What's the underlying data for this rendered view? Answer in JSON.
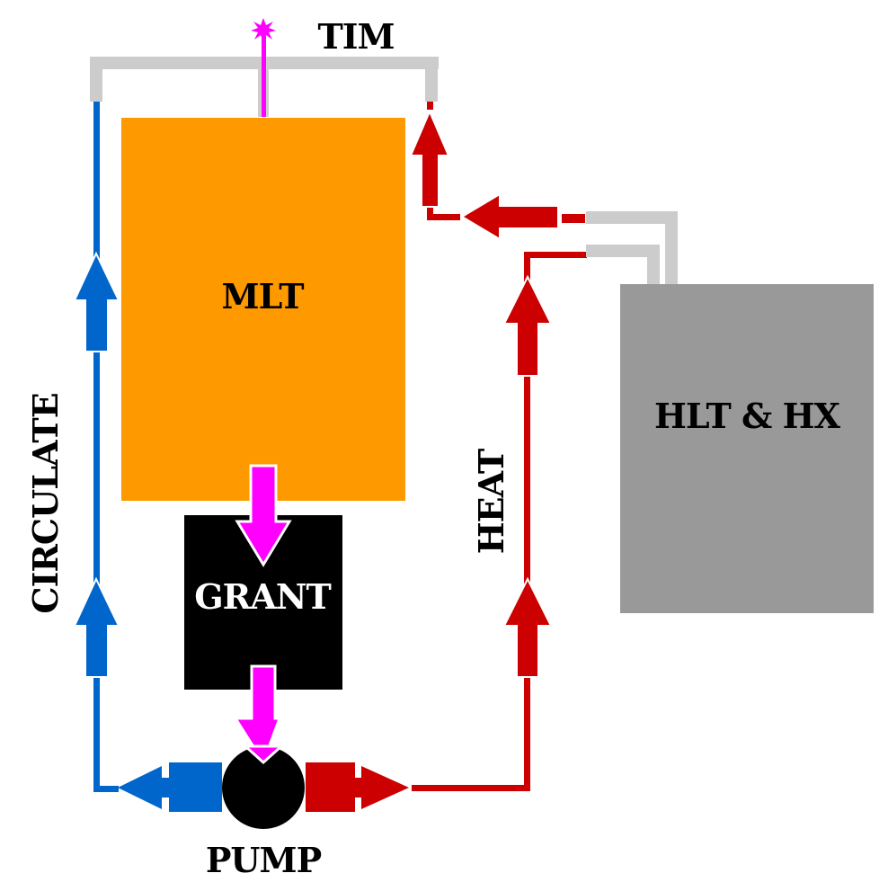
{
  "labels": {
    "tim": "TIM",
    "mlt": "MLT",
    "grant": "GRANT",
    "pump": "PUMP",
    "hlt": "HLT & HX",
    "circulate": "CIRCULATE",
    "heat": "HEAT"
  },
  "colors": {
    "mlt": "#ff9900",
    "hlt": "#999999",
    "grant": "#000000",
    "pump": "#000000",
    "circulate": "#0066cc",
    "heat": "#cc0000",
    "wort": "#ff00ff",
    "pipe": "#cccccc"
  }
}
